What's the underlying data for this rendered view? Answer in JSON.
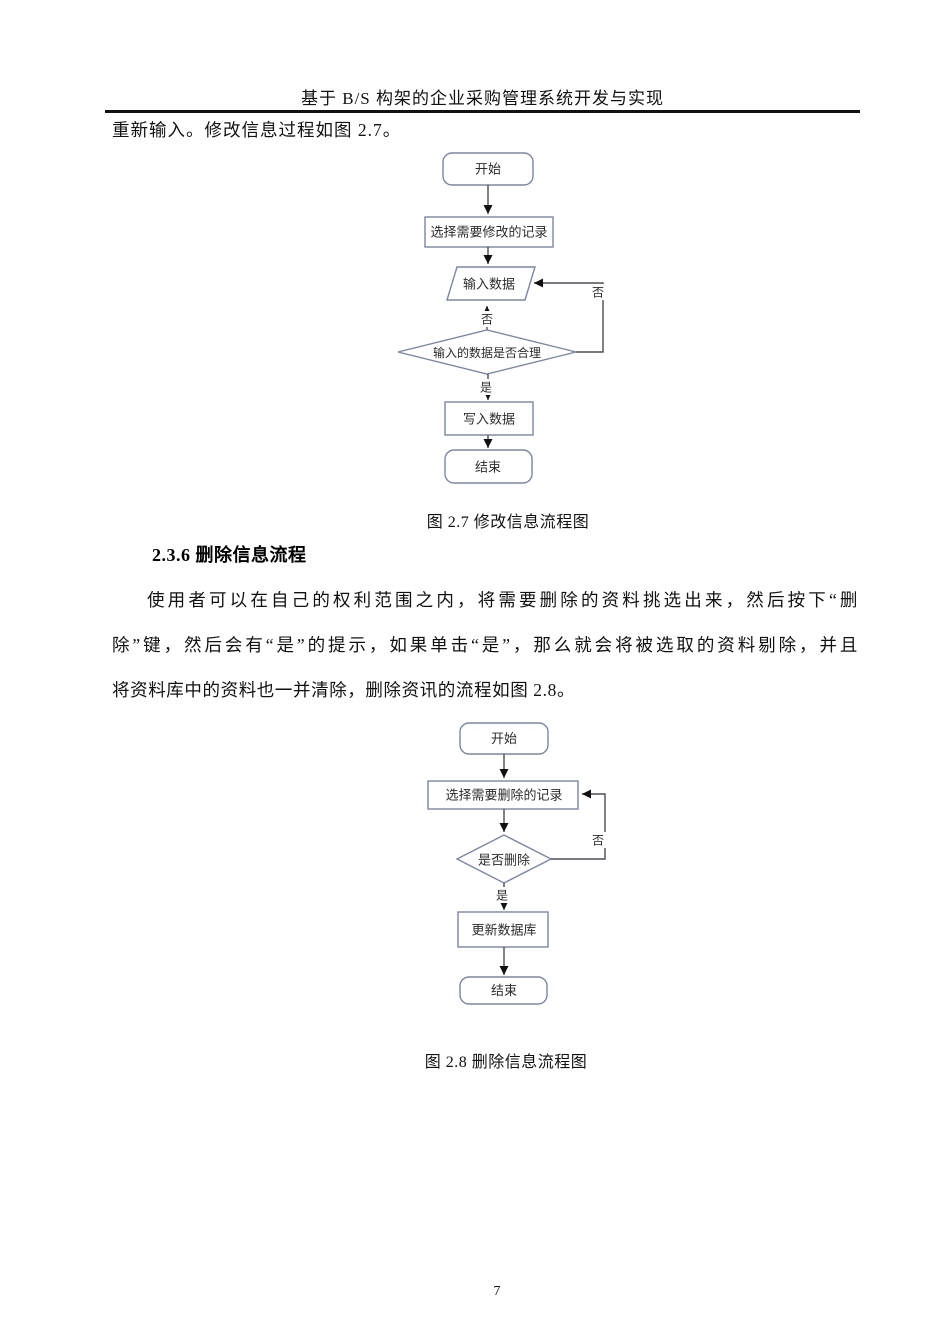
{
  "header": {
    "title": "基于 B/S 构架的企业采购管理系统开发与实现"
  },
  "intro_line": "重新输入。修改信息过程如图 2.7。",
  "figure1": {
    "caption": "图 2.7 修改信息流程图",
    "nodes": {
      "start": "开始",
      "select": "选择需要修改的记录",
      "input": "输入数据",
      "decision": "输入的数据是否合理",
      "write": "写入数据",
      "end": "结束"
    },
    "labels": {
      "no_back": "否",
      "no_loop": "否",
      "yes": "是"
    }
  },
  "section": {
    "heading": "2.3.6 删除信息流程"
  },
  "paragraph": {
    "line1": "使用者可以在自己的权利范围之内，将需要删除的资料挑选出来，然后按下“删",
    "line2": "除”键，然后会有“是”的提示，如果单击“是”，那么就会将被选取的资料剔除，并且",
    "line3": "将资料库中的资料也一并清除，删除资讯的流程如图 2.8。"
  },
  "figure2": {
    "caption": "图 2.8 删除信息流程图",
    "nodes": {
      "start": "开始",
      "select": "选择需要删除的记录",
      "decision": "是否删除",
      "update": "更新数据库",
      "end": "结束"
    },
    "labels": {
      "no_loop": "否",
      "yes": "是"
    }
  },
  "page": {
    "number": "7"
  },
  "colors": {
    "shape_border": "#7b86a4",
    "connector": "#4a4e55",
    "arrowhead": "#111111",
    "text": "#111111"
  }
}
